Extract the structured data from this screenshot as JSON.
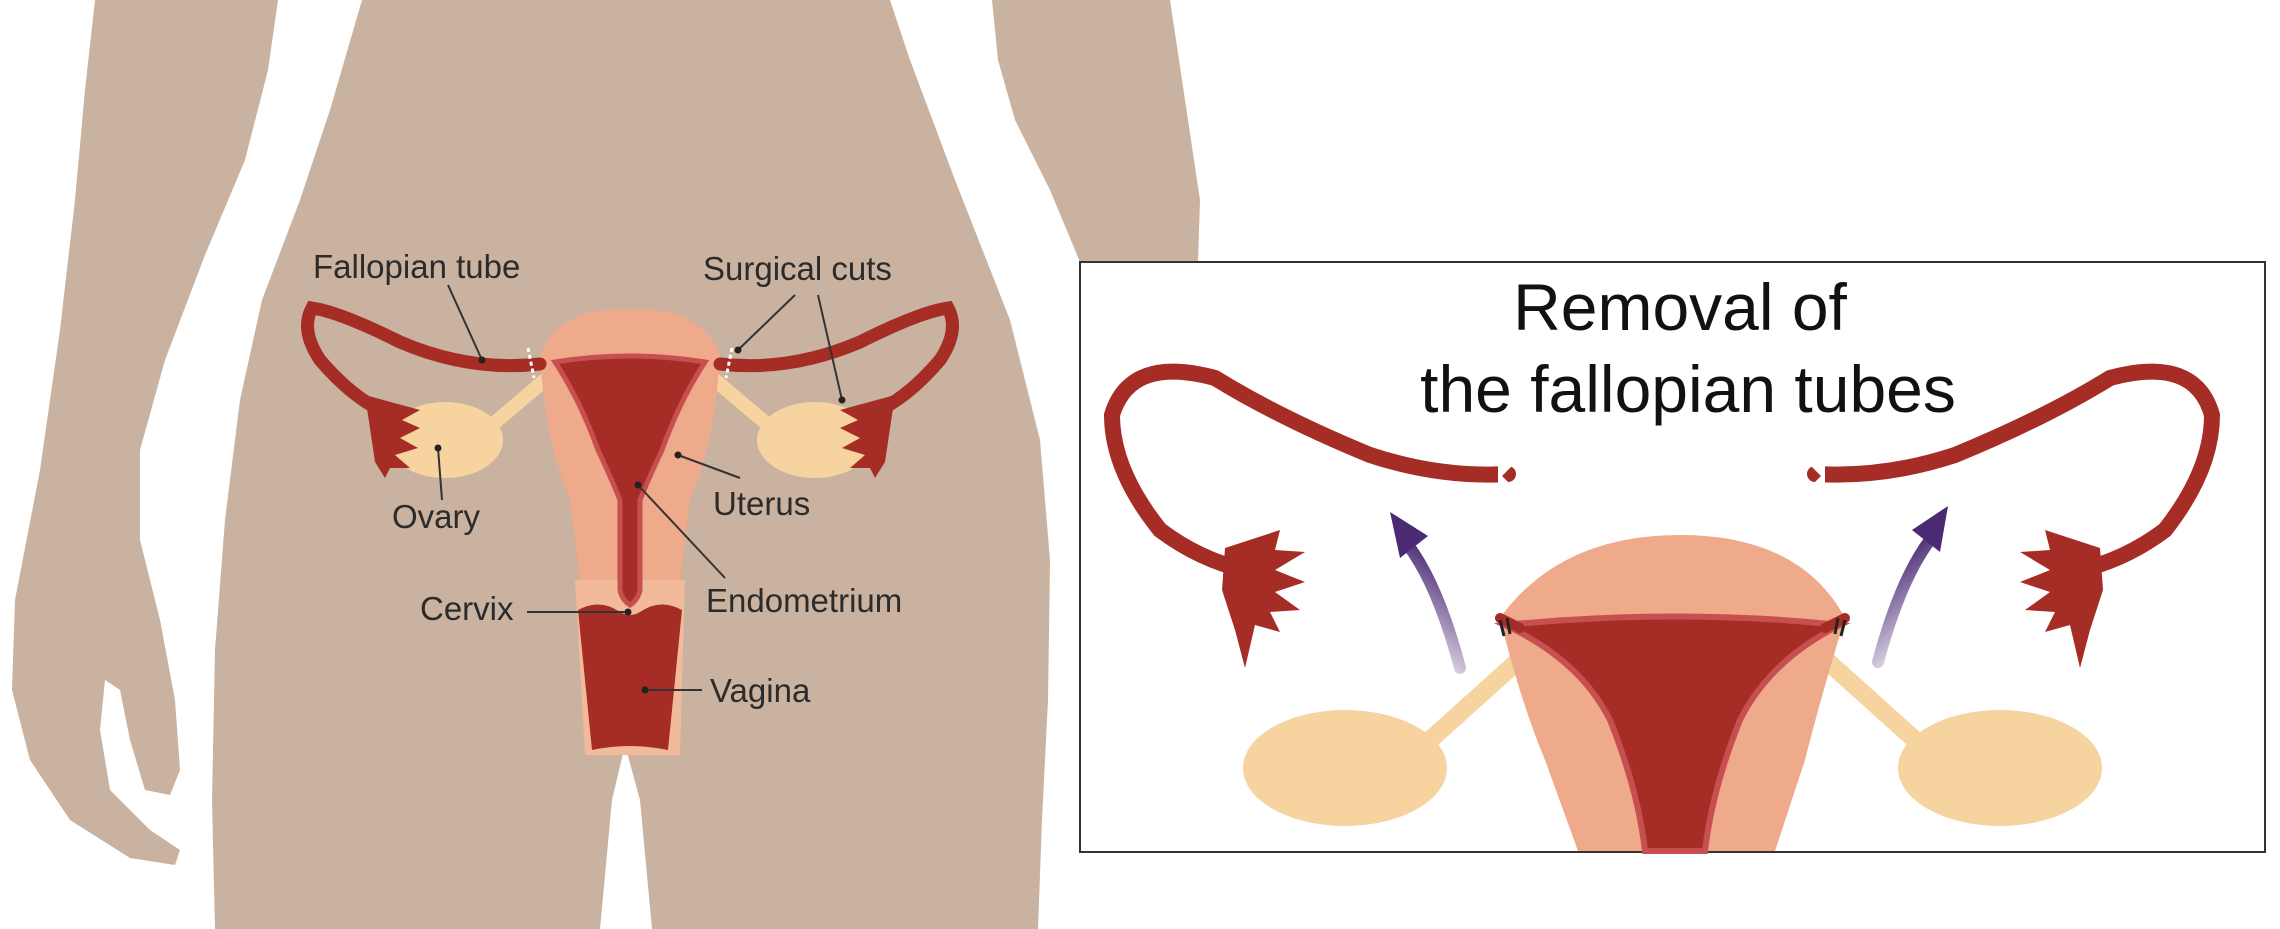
{
  "colors": {
    "body": "#c9b29f",
    "tube": "#a52d26",
    "uterus": "#eeaa8a",
    "uterus_outer": "#f2b99a",
    "ovary": "#f7d49f",
    "cervix_edge": "#c74f50",
    "arrow": "#4b2a74",
    "frame": "#333333"
  },
  "labels": {
    "fallopian_tube": "Fallopian tube",
    "surgical_cuts": "Surgical cuts",
    "ovary": "Ovary",
    "uterus": "Uterus",
    "cervix": "Cervix",
    "endometrium": "Endometrium",
    "vagina": "Vagina"
  },
  "inset": {
    "title_line1": "Removal of",
    "title_line2": "the fallopian tubes"
  }
}
